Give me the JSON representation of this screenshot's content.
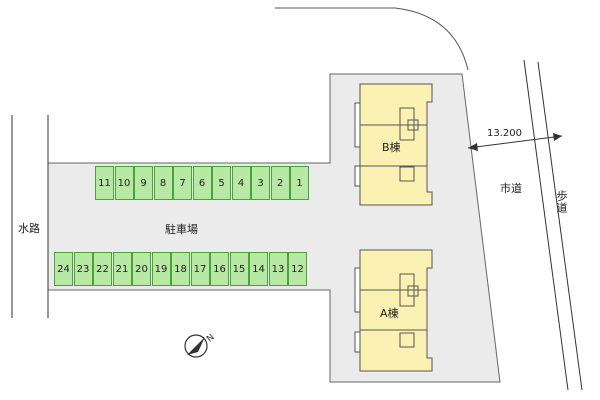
{
  "map": {
    "waterway_label": "水路",
    "parking_label": "駐車場",
    "city_road_label": "市道",
    "sidewalk_label": "歩道",
    "road_width_label": "13.200",
    "building_b_label": "B棟",
    "building_a_label": "A棟",
    "north_symbol": "N",
    "top_row_stalls": [
      "11",
      "10",
      "9",
      "8",
      "7",
      "6",
      "5",
      "4",
      "3",
      "2",
      "1"
    ],
    "bottom_row_stalls": [
      "24",
      "23",
      "22",
      "21",
      "20",
      "19",
      "18",
      "17",
      "16",
      "15",
      "14",
      "13",
      "12"
    ],
    "colors": {
      "site": "#ebebeb",
      "stall_fill": "#b7e8a4",
      "stall_border": "#4aa33a",
      "building_fill": "#fbf1b3",
      "building_border": "#555555",
      "line": "#333333"
    }
  }
}
